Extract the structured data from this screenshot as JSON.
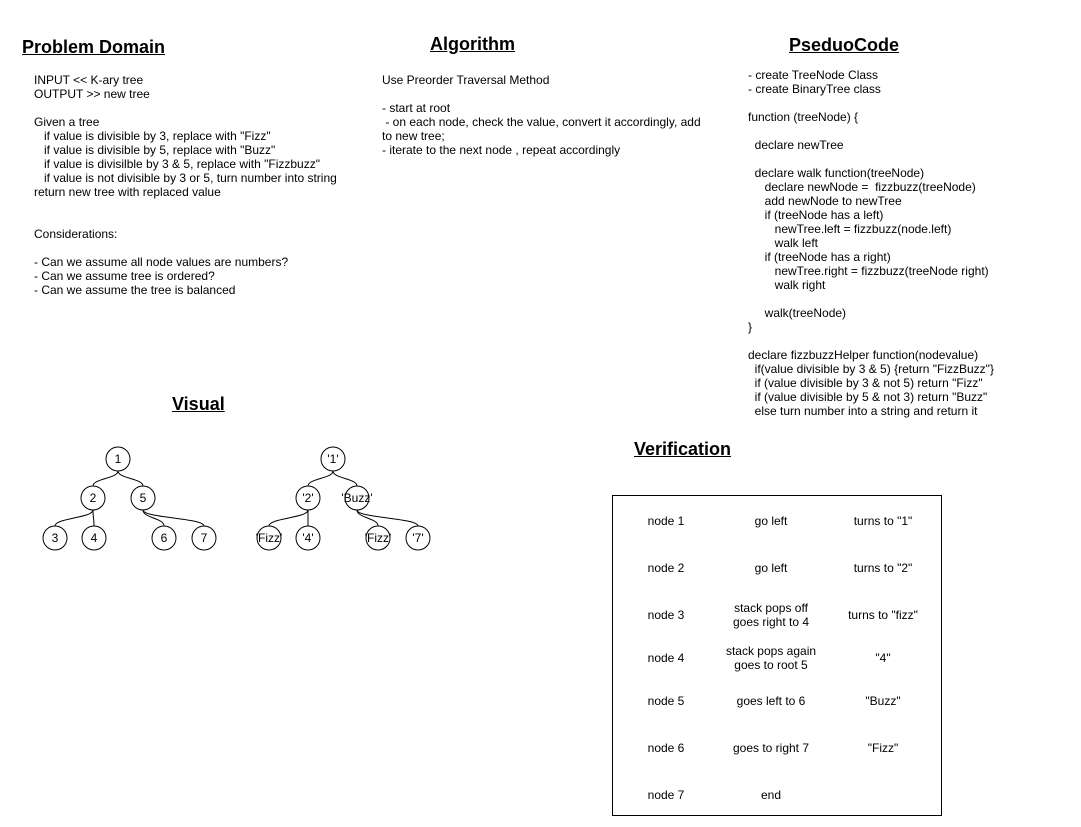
{
  "problem_domain": {
    "title": "Problem Domain",
    "lines": [
      "INPUT << K-ary tree",
      "OUTPUT >> new tree",
      "",
      "Given a tree",
      "   if value is divisible by 3, replace with \"Fizz\"",
      "   if value is divisible by 5, replace with \"Buzz\"",
      "   if value is divisilble by 3 & 5, replace with \"Fizzbuzz\"",
      "   if value is not divisible by 3 or 5, turn number into string",
      "return new tree with replaced value",
      "",
      "",
      "Considerations:",
      "",
      "- Can we assume all node values are numbers?",
      "- Can we assume tree is ordered?",
      "- Can we assume the tree is balanced"
    ]
  },
  "algorithm": {
    "title": "Algorithm",
    "lines": [
      "Use Preorder Traversal Method",
      "",
      "- start at root",
      " - on each node, check the value, convert it accordingly, add",
      "to new tree;",
      "- iterate to the next node , repeat accordingly"
    ]
  },
  "pseudocode": {
    "title": "PseduoCode",
    "lines": [
      "- create TreeNode Class",
      "- create BinaryTree class",
      "",
      "function (treeNode) {",
      "",
      "  declare newTree",
      "",
      "  declare walk function(treeNode)",
      "     declare newNode =  fizzbuzz(treeNode)",
      "     add newNode to newTree",
      "     if (treeNode has a left)",
      "        newTree.left = fizzbuzz(node.left)",
      "        walk left",
      "     if (treeNode has a right)",
      "        newTree.right = fizzbuzz(treeNode right)",
      "        walk right",
      "",
      "     walk(treeNode)",
      "}",
      "",
      "declare fizzbuzzHelper function(nodevalue)",
      "  if(value divisible by 3 & 5) {return \"FizzBuzz\"}",
      "  if (value divisible by 3 & not 5) return \"Fizz\"",
      "  if (value divisible by 5 & not 3) return \"Buzz\"",
      "  else turn number into a string and return it"
    ]
  },
  "visual": {
    "title": "Visual",
    "input_tree": {
      "nodes": [
        "1",
        "2",
        "5",
        "3",
        "4",
        "6",
        "7"
      ],
      "edges": [
        [
          "1",
          "2"
        ],
        [
          "1",
          "5"
        ],
        [
          "2",
          "3"
        ],
        [
          "2",
          "4"
        ],
        [
          "5",
          "6"
        ],
        [
          "5",
          "7"
        ]
      ]
    },
    "output_tree": {
      "nodes": [
        "'1'",
        "'2'",
        "'Buzz'",
        "'Fizz'",
        "'4'",
        "'Fizz'",
        "'7'"
      ],
      "edges": [
        [
          0,
          1
        ],
        [
          0,
          2
        ],
        [
          1,
          3
        ],
        [
          1,
          4
        ],
        [
          2,
          5
        ],
        [
          2,
          6
        ]
      ]
    }
  },
  "verification": {
    "title": "Verification",
    "rows": [
      {
        "node": "node 1",
        "action": "go left",
        "result": "turns to \"1\""
      },
      {
        "node": "node 2",
        "action": "go left",
        "result": "turns to \"2\""
      },
      {
        "node": "node 3",
        "action": "stack pops off\ngoes right to 4",
        "result": "turns to \"fizz\""
      },
      {
        "node": "node 4",
        "action": "stack pops again\ngoes to root 5",
        "result": "\"4\""
      },
      {
        "node": "node 5",
        "action": "goes left to 6",
        "result": "\"Buzz\""
      },
      {
        "node": "node 6",
        "action": "goes to right 7",
        "result": "\"Fizz\""
      },
      {
        "node": "node 7",
        "action": "end",
        "result": ""
      }
    ]
  }
}
